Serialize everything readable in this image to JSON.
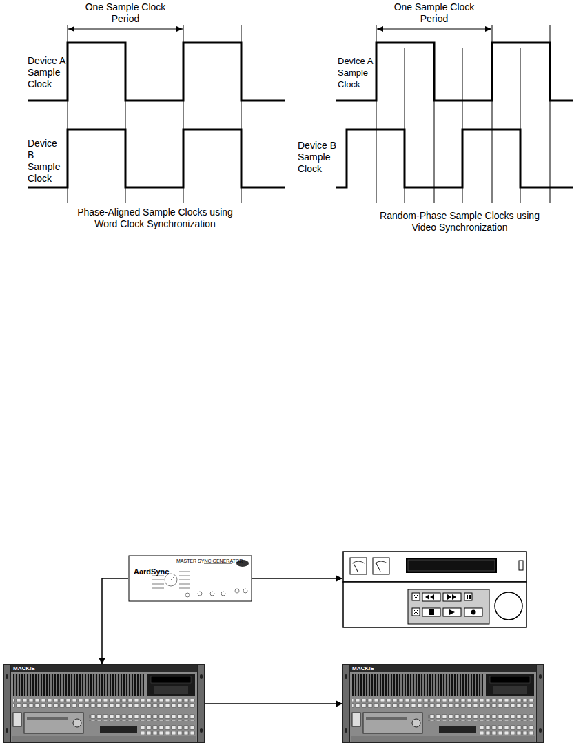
{
  "diagram": {
    "nodes": [
      {
        "text": [
          "AardSync",
          "MASTER SYNC GENERATOR"
        ]
      },
      {
        "text": []
      },
      {
        "text": [
          "MACKIE"
        ]
      },
      {
        "text": [
          "MACKIE"
        ]
      }
    ],
    "edges": [
      {
        "from": 0,
        "to": 1,
        "arrow": "to"
      },
      {
        "from": 0,
        "to": 2,
        "arrow": "to"
      },
      {
        "from": 2,
        "to": 3,
        "arrow": "to"
      }
    ],
    "labels": [
      "One Sample Clock Period",
      "Device A Sample Clock",
      "Device B Sample Clock",
      "Phase-Aligned Sample Clocks using Word Clock Synchronization",
      "One Sample Clock Period",
      "Device A Sample Clock",
      "Device B Sample Clock",
      "Random-Phase Sample Clocks using Video Synchronization"
    ]
  }
}
